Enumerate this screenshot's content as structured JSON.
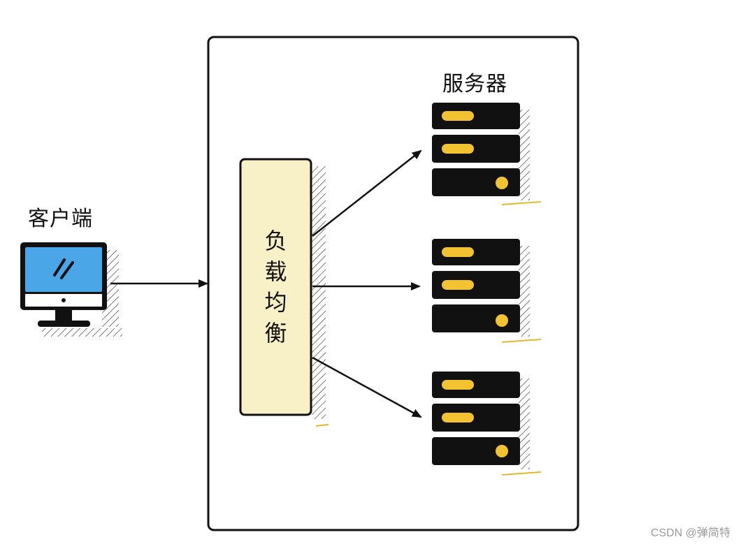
{
  "client": {
    "label": "客户端"
  },
  "load_balancer": {
    "label_chars": [
      "负",
      "载",
      "均",
      "衡"
    ]
  },
  "servers": {
    "label": "服务器",
    "count": 3
  },
  "watermark": "CSDN @弹简特",
  "colors": {
    "screen": "#4aa6e6",
    "lb_fill": "#f8f0c6",
    "server_body": "#111111",
    "server_led": "#f3c230",
    "stroke": "#111111"
  }
}
